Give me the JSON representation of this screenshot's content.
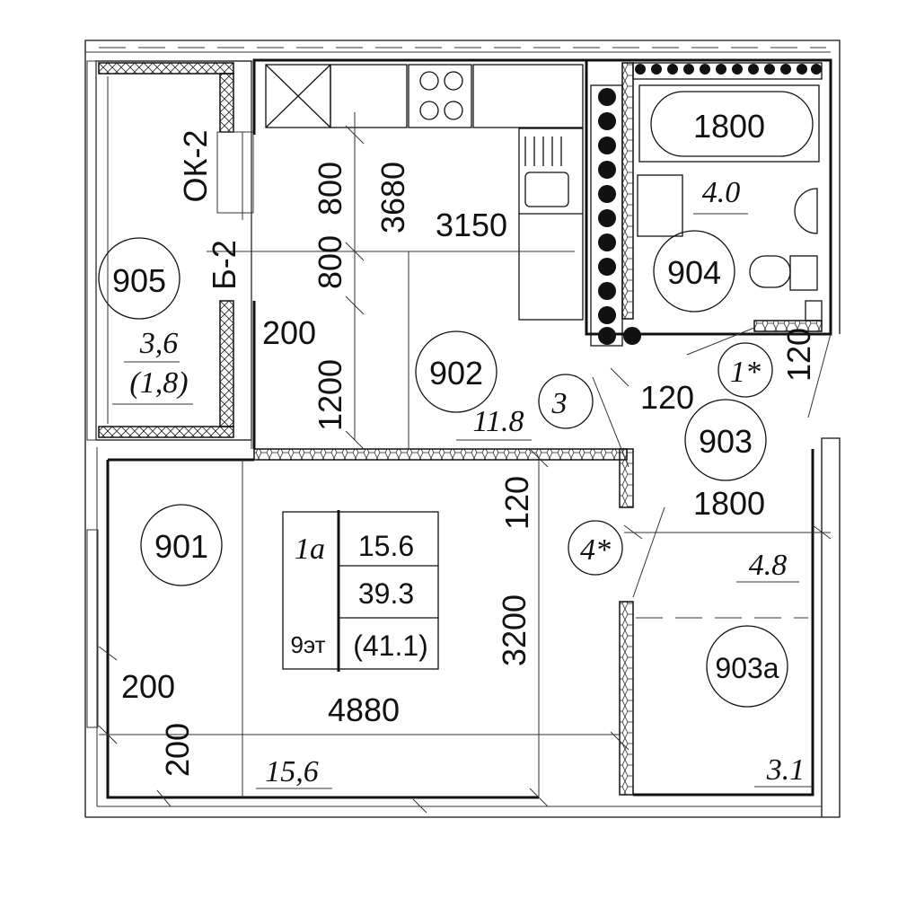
{
  "plan": {
    "apartment_type": "1a",
    "floor": "9эт",
    "living_area": "15.6",
    "total_area": "39.3",
    "total_area_with_balcony": "(41.1)"
  },
  "rooms": {
    "r901": {
      "number": "901",
      "area": "15,6"
    },
    "r902": {
      "number": "902",
      "area": "11.8"
    },
    "r903": {
      "number": "903",
      "area": "4.8"
    },
    "r903a": {
      "number": "903a",
      "area": "3.1"
    },
    "r904": {
      "number": "904",
      "area": "4.0"
    },
    "r905": {
      "number": "905",
      "area": "3,6",
      "area_reduced": "(1,8)"
    }
  },
  "marks": {
    "window": "ОК-2",
    "balcony_door": "Б-2",
    "mark_3": "3",
    "mark_1star": "1*",
    "mark_4star": "4*"
  },
  "dimensions": {
    "d200_balcony": "200",
    "d800_a": "800",
    "d800_b": "800",
    "d3680": "3680",
    "d3150": "3150",
    "d1200": "1200",
    "d1800_bath": "1800",
    "d120_vert_right": "120",
    "d120_corr": "120",
    "d1800_corr": "1800",
    "d120_vert_mid": "120",
    "d3200": "3200",
    "d200_left": "200",
    "d4880": "4880",
    "d200_bottom": "200"
  }
}
